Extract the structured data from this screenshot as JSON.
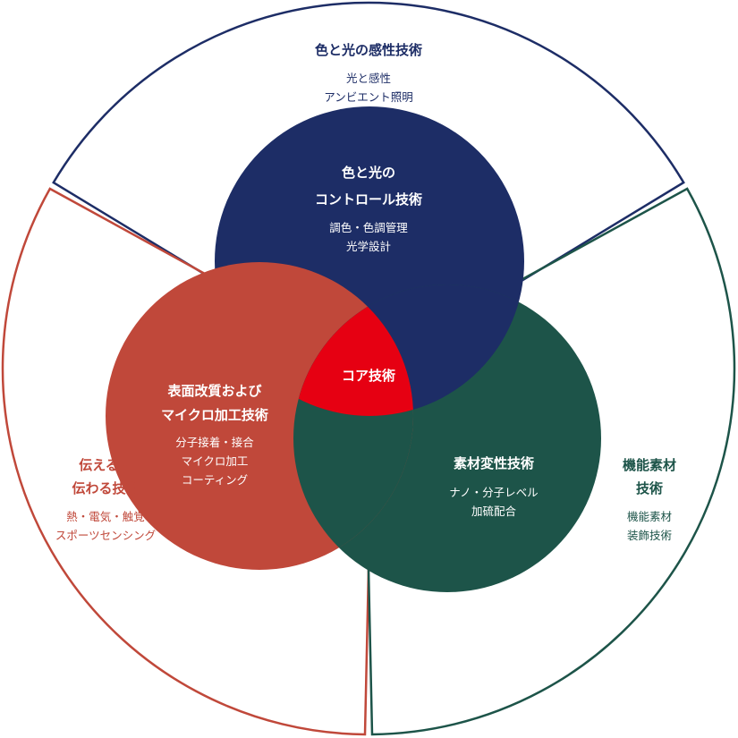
{
  "colors": {
    "navy": "#1d2d66",
    "red": "#c0483a",
    "green": "#1d5449",
    "core": "#e60012"
  },
  "sectors": {
    "top": {
      "title": "色と光の感性技術",
      "sub": [
        "光と感性",
        "アンビエント照明"
      ]
    },
    "left": {
      "title": [
        "伝える・",
        "伝わる技術"
      ],
      "sub": [
        "熱・電気・触覚",
        "スポーツセンシング"
      ]
    },
    "right": {
      "title": [
        "機能素材",
        "技術"
      ],
      "sub": [
        "機能素材",
        "装飾技術"
      ]
    }
  },
  "circles": {
    "navy": {
      "title": [
        "色と光の",
        "コントロール技術"
      ],
      "sub": [
        "調色・色調管理",
        "光学設計"
      ]
    },
    "red": {
      "title": [
        "表面改質および",
        "マイクロ加工技術"
      ],
      "sub": [
        "分子接着・接合",
        "マイクロ加工",
        "コーティング"
      ]
    },
    "green": {
      "title": "素材変性技術",
      "sub": [
        "ナノ・分子レベル",
        "加硫配合"
      ]
    },
    "core": {
      "title": "コア技術"
    }
  }
}
